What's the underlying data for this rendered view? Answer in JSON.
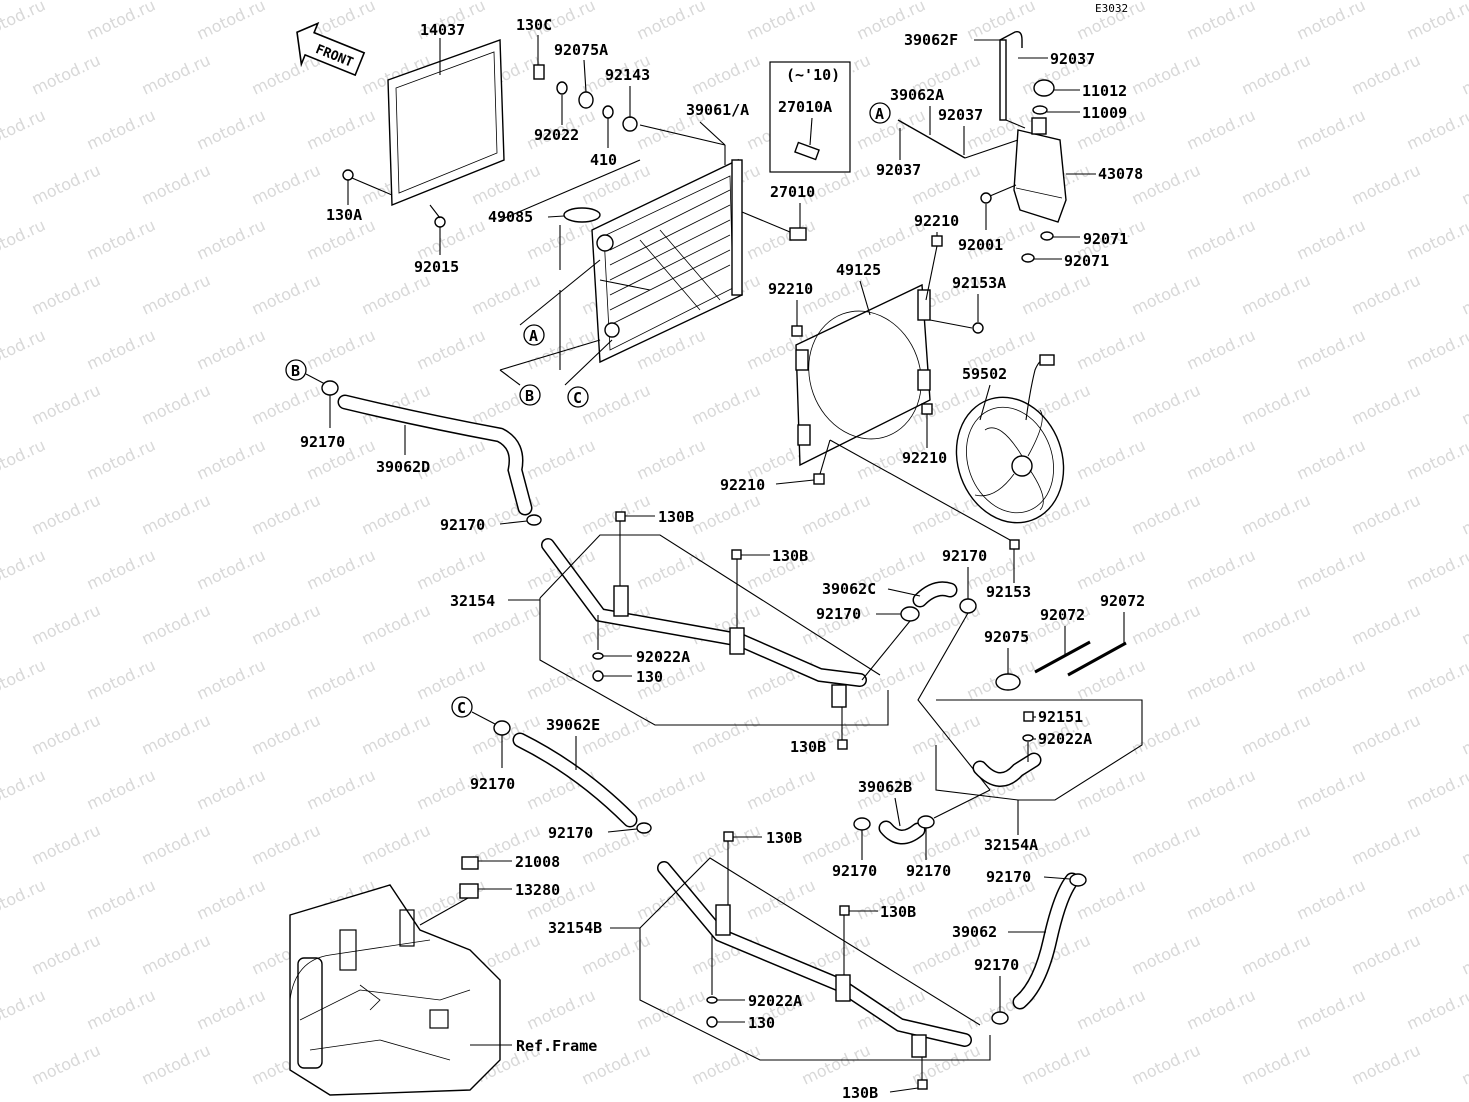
{
  "diagram_code": "E3032",
  "front_label": "FRONT",
  "model_note": "(~'10)",
  "ref_frame": "Ref.Frame",
  "watermark": "motod.ru",
  "callouts": {
    "A": "A",
    "B": "B",
    "C": "C"
  },
  "labels": {
    "p14037": "14037",
    "p130C": "130C",
    "p92075A": "92075A",
    "p92143": "92143",
    "p92022": "92022",
    "p410": "410",
    "p39061A": "39061/A",
    "p27010A": "27010A",
    "p27010": "27010",
    "p130A": "130A",
    "p92015": "92015",
    "p49085": "49085",
    "p39062F": "39062F",
    "p92037a": "92037",
    "p11012": "11012",
    "p11009": "11009",
    "p39062A": "39062A",
    "p92037b": "92037",
    "p92037c": "92037",
    "p43078": "43078",
    "p92001": "92001",
    "p92071a": "92071",
    "p92071b": "92071",
    "p92210a": "92210",
    "p49125": "49125",
    "p92153A": "92153A",
    "p92210b": "92210",
    "p59502": "59502",
    "p92210c": "92210",
    "p92210d": "92210",
    "p92170a": "92170",
    "p39062D": "39062D",
    "p92170b": "92170",
    "p130Ba": "130B",
    "p130Bb": "130B",
    "p32154": "32154",
    "p92170c": "92170",
    "p39062C": "39062C",
    "p92170d": "92170",
    "p92153": "92153",
    "p92072a": "92072",
    "p92072b": "92072",
    "p92075": "92075",
    "p92022Aa": "92022A",
    "p130a": "130",
    "p92151": "92151",
    "p92022Ab": "92022A",
    "p130Bc": "130B",
    "p39062E": "39062E",
    "p92170e": "92170",
    "p39062B": "39062B",
    "p32154A": "32154A",
    "p92170f": "92170",
    "p130Bd": "130B",
    "p21008": "21008",
    "p13280": "13280",
    "p92170g": "92170",
    "p92170h": "92170",
    "p92170i": "92170",
    "p130Be": "130B",
    "p32154B": "32154B",
    "p39062": "39062",
    "p92170j": "92170",
    "p92022Ac": "92022A",
    "p130b": "130",
    "p130Bf": "130B"
  }
}
